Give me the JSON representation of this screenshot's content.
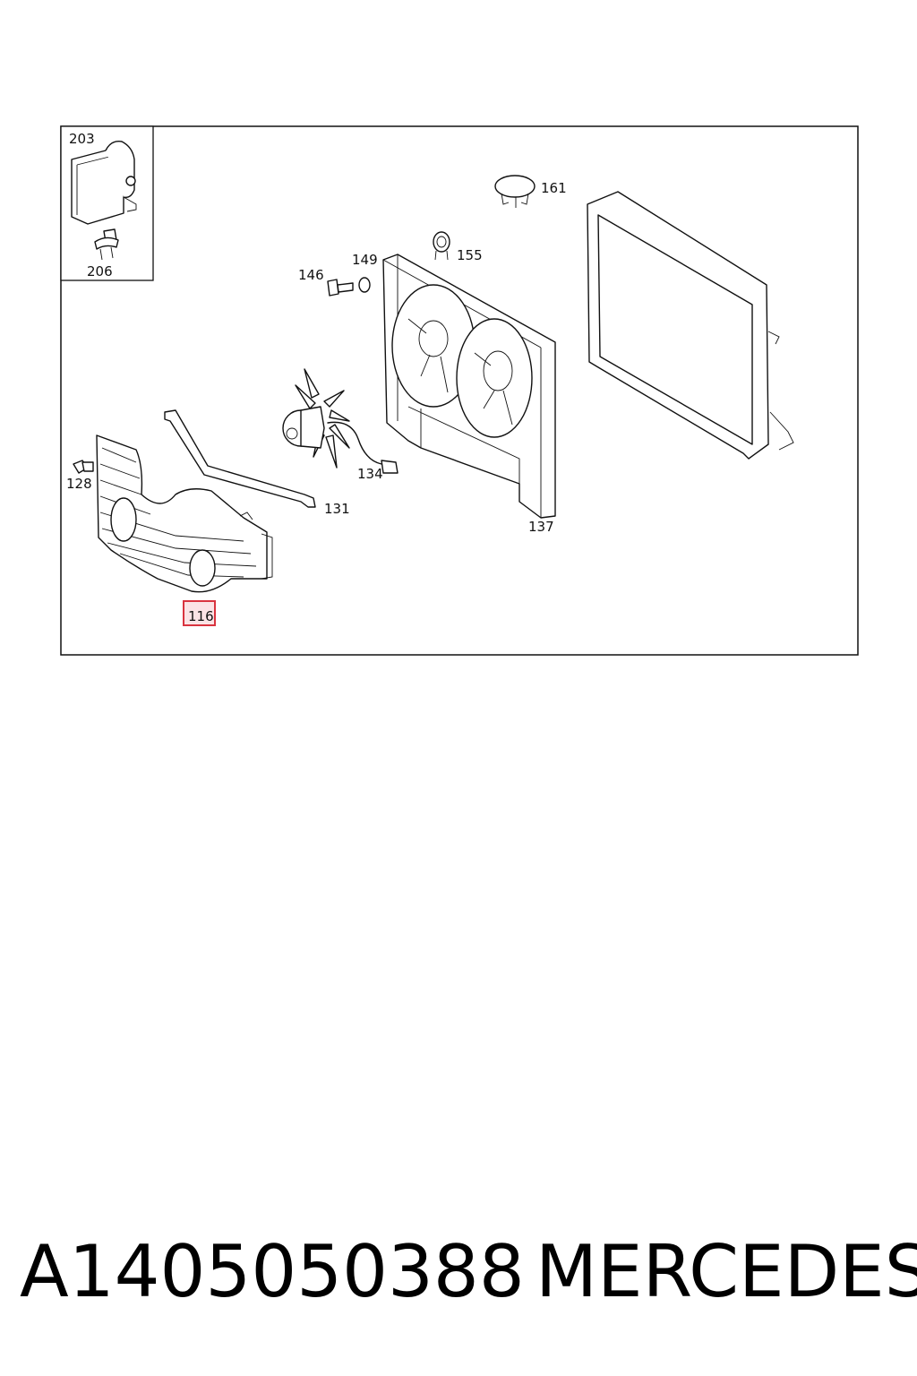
{
  "diagram": {
    "labels": {
      "p203": "203",
      "p206": "206",
      "p161": "161",
      "p155": "155",
      "p149": "149",
      "p146": "146",
      "p128": "128",
      "p134": "134",
      "p131": "131",
      "p137": "137",
      "p116": "116"
    },
    "highlight_color": "#d9343f",
    "highlight_fill": "#fbe3e5"
  },
  "caption": {
    "part_number": "A1405050388",
    "brand": "MERCEDES"
  }
}
